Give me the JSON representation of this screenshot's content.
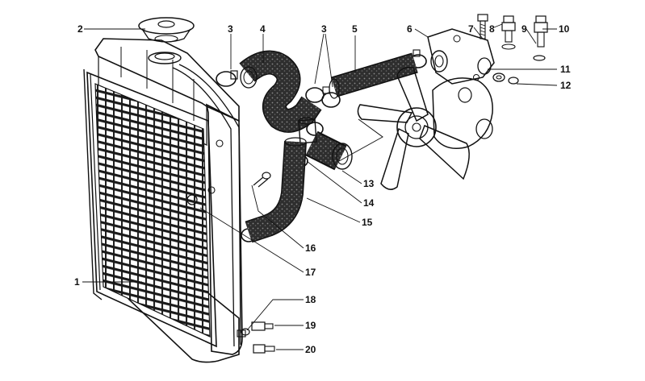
{
  "callouts": [
    {
      "id": "1",
      "text": "1"
    },
    {
      "id": "2",
      "text": "2"
    },
    {
      "id": "3a",
      "text": "3"
    },
    {
      "id": "3b",
      "text": "3"
    },
    {
      "id": "4",
      "text": "4"
    },
    {
      "id": "5",
      "text": "5"
    },
    {
      "id": "6",
      "text": "6"
    },
    {
      "id": "7",
      "text": "7"
    },
    {
      "id": "8",
      "text": "8"
    },
    {
      "id": "9",
      "text": "9"
    },
    {
      "id": "10",
      "text": "10"
    },
    {
      "id": "11",
      "text": "11"
    },
    {
      "id": "12",
      "text": "12"
    },
    {
      "id": "13",
      "text": "13"
    },
    {
      "id": "14",
      "text": "14"
    },
    {
      "id": "15",
      "text": "15"
    },
    {
      "id": "16",
      "text": "16"
    },
    {
      "id": "17",
      "text": "17"
    },
    {
      "id": "18",
      "text": "18"
    },
    {
      "id": "19",
      "text": "19"
    },
    {
      "id": "20",
      "text": "20"
    }
  ],
  "colors": {
    "ink": "#111111",
    "background": "#ffffff",
    "hose_fill": "#3a3a3a",
    "metal_fill": "#f2f2f2"
  }
}
